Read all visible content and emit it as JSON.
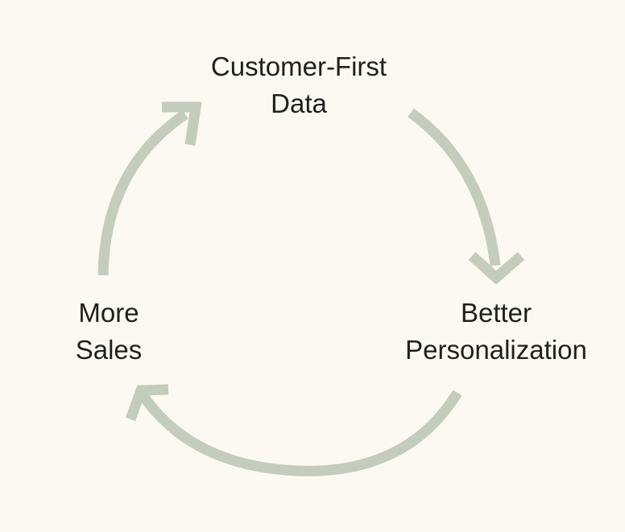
{
  "diagram": {
    "type": "cycle",
    "nodes": [
      {
        "id": "top",
        "lines": [
          "Customer-First",
          "Data"
        ]
      },
      {
        "id": "right",
        "lines": [
          "Better",
          "Personalization"
        ]
      },
      {
        "id": "left",
        "lines": [
          "More",
          "Sales"
        ]
      }
    ],
    "edges": [
      {
        "from": "top",
        "to": "right"
      },
      {
        "from": "right",
        "to": "left"
      },
      {
        "from": "left",
        "to": "top"
      }
    ],
    "colors": {
      "background": "#fbf9f1",
      "arrow": "#c3ccbd",
      "text": "#1f1f1d"
    }
  }
}
